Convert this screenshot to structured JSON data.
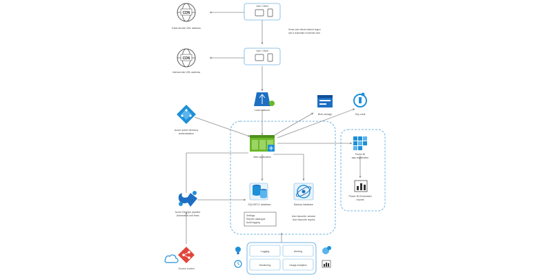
{
  "nodes": {
    "user_top": {
      "label": "User / Client"
    },
    "user_mid": {
      "label": "User / Client"
    },
    "cdn_top": {
      "label": "External site URL address"
    },
    "cdn_mid": {
      "label": "Internal site URL address"
    },
    "note_right": {
      "line1": "Some user clients internet region",
      "line2": "and a redundant in-internet zone"
    },
    "load_balancer": {
      "label": "Load balancer"
    },
    "blob_storage": {
      "label": "Blob storage"
    },
    "key_vault": {
      "label": "Key vault"
    },
    "azure_ad": {
      "line1": "Azure active directory",
      "line2": "authentication"
    },
    "web_app": {
      "label": "Web application"
    },
    "power_bi_embedded": {
      "line1": "Power BI",
      "line2": "app registration"
    },
    "power_bi_reports": {
      "line1": "Power BI Embedded",
      "line2": "reports"
    },
    "devops": {
      "line1": "Azure DevOps pipeline",
      "line2": "Automated unit tests"
    },
    "sql_db": {
      "label": "SQL/DFCL database"
    },
    "cosmos_db": {
      "label": "Backup database"
    },
    "db_note": {
      "line1": "Settings",
      "line2": "Reports catalogue",
      "line3": "Audit logging"
    },
    "cosmos_note": {
      "line1": "User favourite, session",
      "line2": "User favourite reports"
    },
    "source_control": {
      "label": "Source control"
    },
    "monitor_panel": {
      "logging": "Logging",
      "alerting": "Alerting",
      "monitoring": "Monitoring",
      "usage": "Usage Analytics"
    }
  },
  "colors": {
    "accent": "#1e90d6",
    "green": "#6bb82a",
    "arrow": "#8a8a8a",
    "dashed": "#6fb3e0",
    "git_red": "#e2453a"
  }
}
